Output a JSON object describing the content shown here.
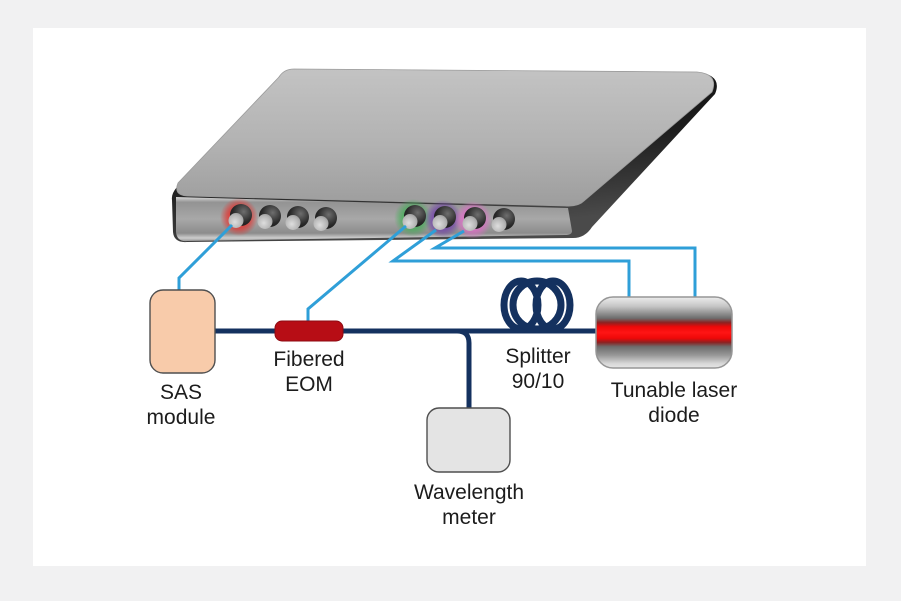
{
  "diagram": {
    "description": "Optical experimental setup diagram: controller box with fiber ports connected to optical components",
    "components": {
      "sas_module": {
        "line1": "SAS",
        "line2": "module"
      },
      "fibered_eom": {
        "line1": "Fibered",
        "line2": "EOM"
      },
      "splitter": {
        "line1": "Splitter",
        "line2": "90/10"
      },
      "tunable_laser_diode": {
        "line1": "Tunable laser",
        "line2": "diode"
      },
      "wavelength_meter": {
        "line1": "Wavelength",
        "line2": "meter"
      }
    },
    "ports": {
      "count": 8,
      "highlighted": [
        "red",
        "green",
        "purple",
        "magenta"
      ]
    },
    "colors": {
      "fiber": "#14315f",
      "signal_line": "#2f9fd8",
      "eom_body": "#b70d15",
      "eom_border": "#8d0a12",
      "sas_body": "#f8cbaa",
      "box_border": "#4f4f4f",
      "meter_body": "#e4e4e4",
      "laser_beam": "#ff1515",
      "glow_red": "#e3302c",
      "glow_green": "#46ad58",
      "glow_purple": "#7040a8",
      "glow_magenta": "#e06cc8"
    }
  }
}
